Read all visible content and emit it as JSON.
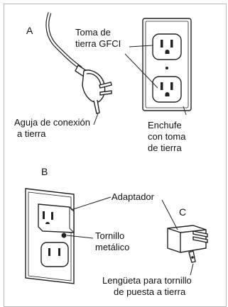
{
  "panel_a": {
    "letter": "A",
    "gfci_line1": "Toma de",
    "gfci_line2": "tierra GFCI",
    "pin_line1": "Aguja de conexión",
    "pin_line2": "a tierra",
    "outlet_line1": "Enchufe",
    "outlet_line2": "con toma",
    "outlet_line3": "de tierra"
  },
  "panel_b": {
    "letter": "B",
    "adapter": "Adaptador",
    "screw_line1": "Tornillo",
    "screw_line2": "metálico"
  },
  "panel_c": {
    "letter": "C",
    "tab_line1": "Lengüeta para tornillo",
    "tab_line2": "de puesta a tierra"
  }
}
